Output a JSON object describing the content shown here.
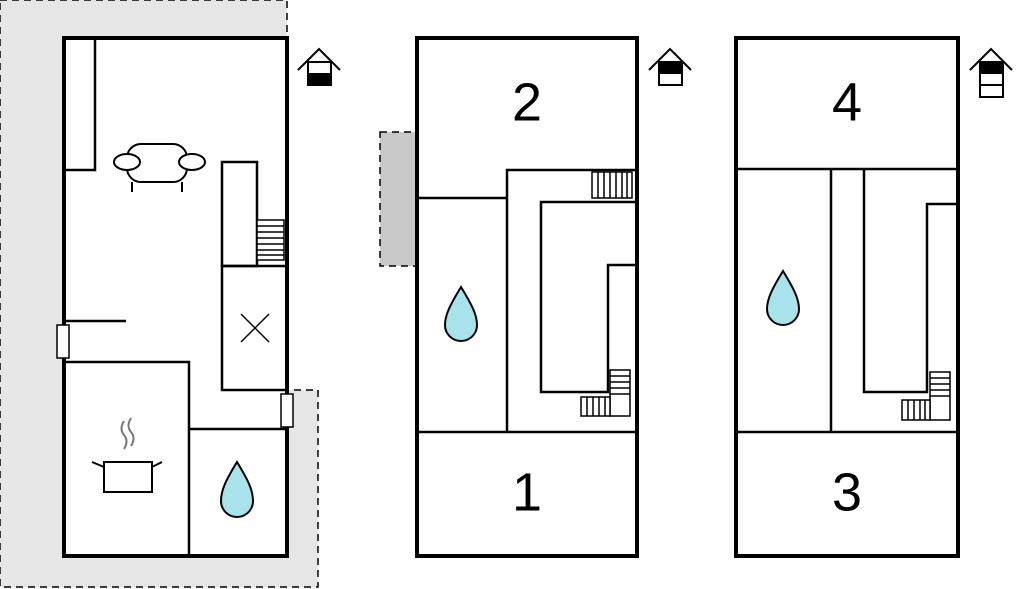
{
  "floors": [
    {
      "id": "ground",
      "level_icon": "house-level-ground-icon"
    },
    {
      "id": "first",
      "level_icon": "house-level-first-icon",
      "rooms": [
        {
          "number": "2"
        },
        {
          "number": "1"
        }
      ]
    },
    {
      "id": "second",
      "level_icon": "house-level-second-icon",
      "rooms": [
        {
          "number": "4"
        },
        {
          "number": "3"
        }
      ]
    }
  ],
  "icons": [
    "sofa-icon",
    "cooking-pot-icon",
    "water-drop-icon",
    "stairs-icon",
    "door-icon",
    "cross-icon"
  ],
  "colors": {
    "terrace": "#e6e6e6",
    "balcony": "#c8c8c8",
    "water": "#a8e3ec",
    "wall": "#000000"
  }
}
